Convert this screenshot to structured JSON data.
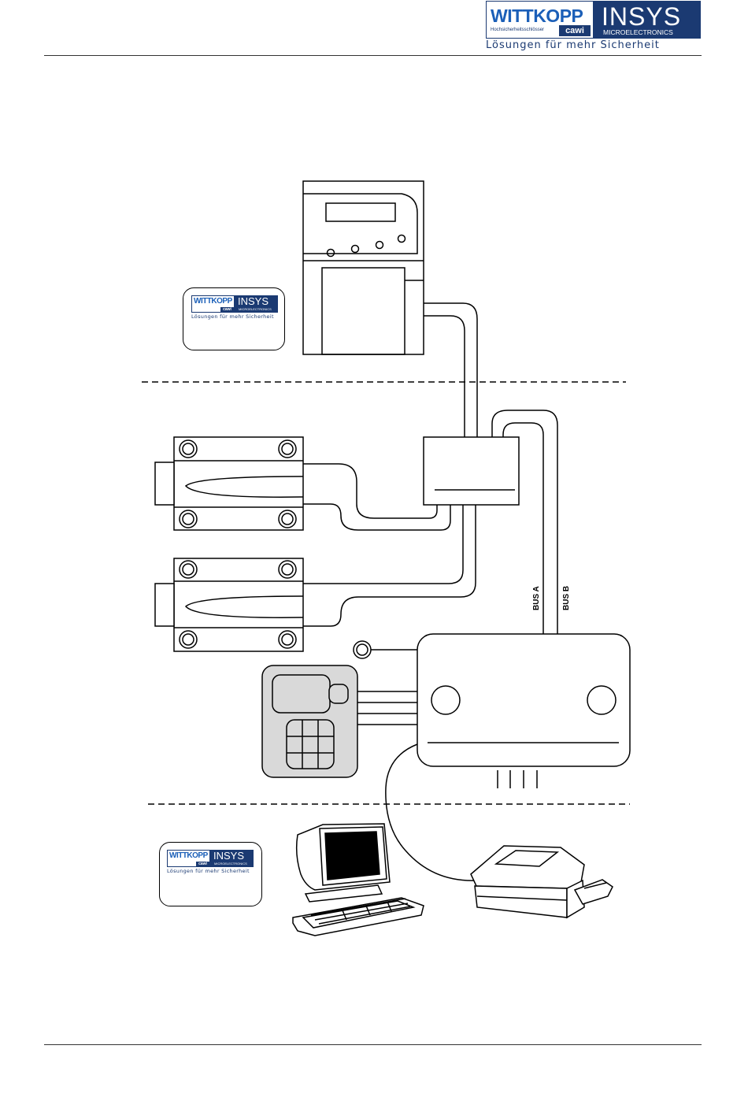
{
  "logo": {
    "wittkopp": "WITTKOPP",
    "wittkopp_sub": "Hochsicherheitsschlösser",
    "cawi": "cawi",
    "insys": "INSYS",
    "insys_sub": "MICROELECTRONICS",
    "tagline": "Lösungen für mehr Sicherheit"
  },
  "diagram": {
    "bus_a": "BUS A",
    "bus_b": "BUS B"
  },
  "icons": {
    "header_logo": "wittkopp-insys-logo",
    "card_logo": "wittkopp-insys-logo",
    "control_unit": "control-unit-icon",
    "junction_box": "junction-box-icon",
    "lock": "lock-icon",
    "keypad": "keypad-icon",
    "computer": "computer-icon",
    "printer": "printer-icon"
  },
  "colors": {
    "brand_blue": "#1b3a72",
    "brand_light_blue": "#1b5fb8",
    "keypad_gray": "#d9d9d9"
  }
}
